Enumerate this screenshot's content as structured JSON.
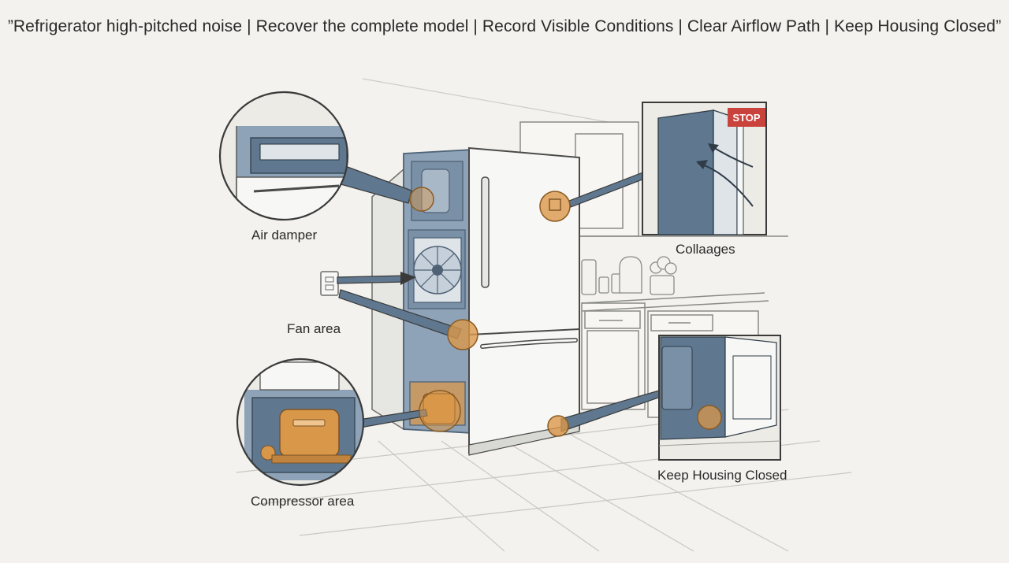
{
  "header": {
    "title": "”Refrigerator high-pitched noise  |  Recover the complete model  |  Record Visible Conditions  |  Clear Airflow Path  |  Keep Housing Closed”"
  },
  "labels": {
    "air_damper": "Air damper",
    "fan_area": "Fan area",
    "compressor_area": "Compressor area",
    "collaages": "Collaages",
    "keep_housing_closed": "Keep Housing Closed"
  },
  "sign": {
    "stop": "STOP"
  },
  "colors": {
    "background": "#f3f2ee",
    "panel_blue": "#8ea3b8",
    "panel_blue_dark": "#5f7890",
    "highlight_orange": "#d9974a",
    "stop_red": "#c9433c",
    "line": "#3a3a3a"
  }
}
